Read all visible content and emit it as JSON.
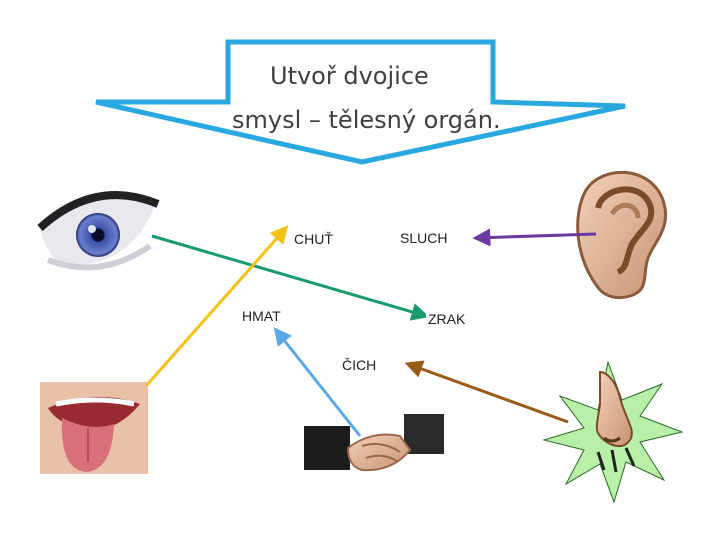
{
  "title": {
    "line1": "Utvoř dvojice",
    "line2": "smysl – tělesný orgán."
  },
  "senses": {
    "chut": "CHUŤ",
    "sluch": "SLUCH",
    "hmat": "HMAT",
    "zrak": "ZRAK",
    "cich": "ČICH"
  },
  "organs": [
    "eye-icon",
    "ear-icon",
    "tongue-icon",
    "handshake-icon",
    "nose-icon"
  ],
  "colors": {
    "callout": "#29a8e0",
    "eye_arrow": "#1a9c6a",
    "ear_arrow": "#6a3aa0",
    "tongue_arrow": "#f2c112",
    "hand_arrow": "#5aa8e8",
    "nose_arrow": "#9a5a18"
  }
}
